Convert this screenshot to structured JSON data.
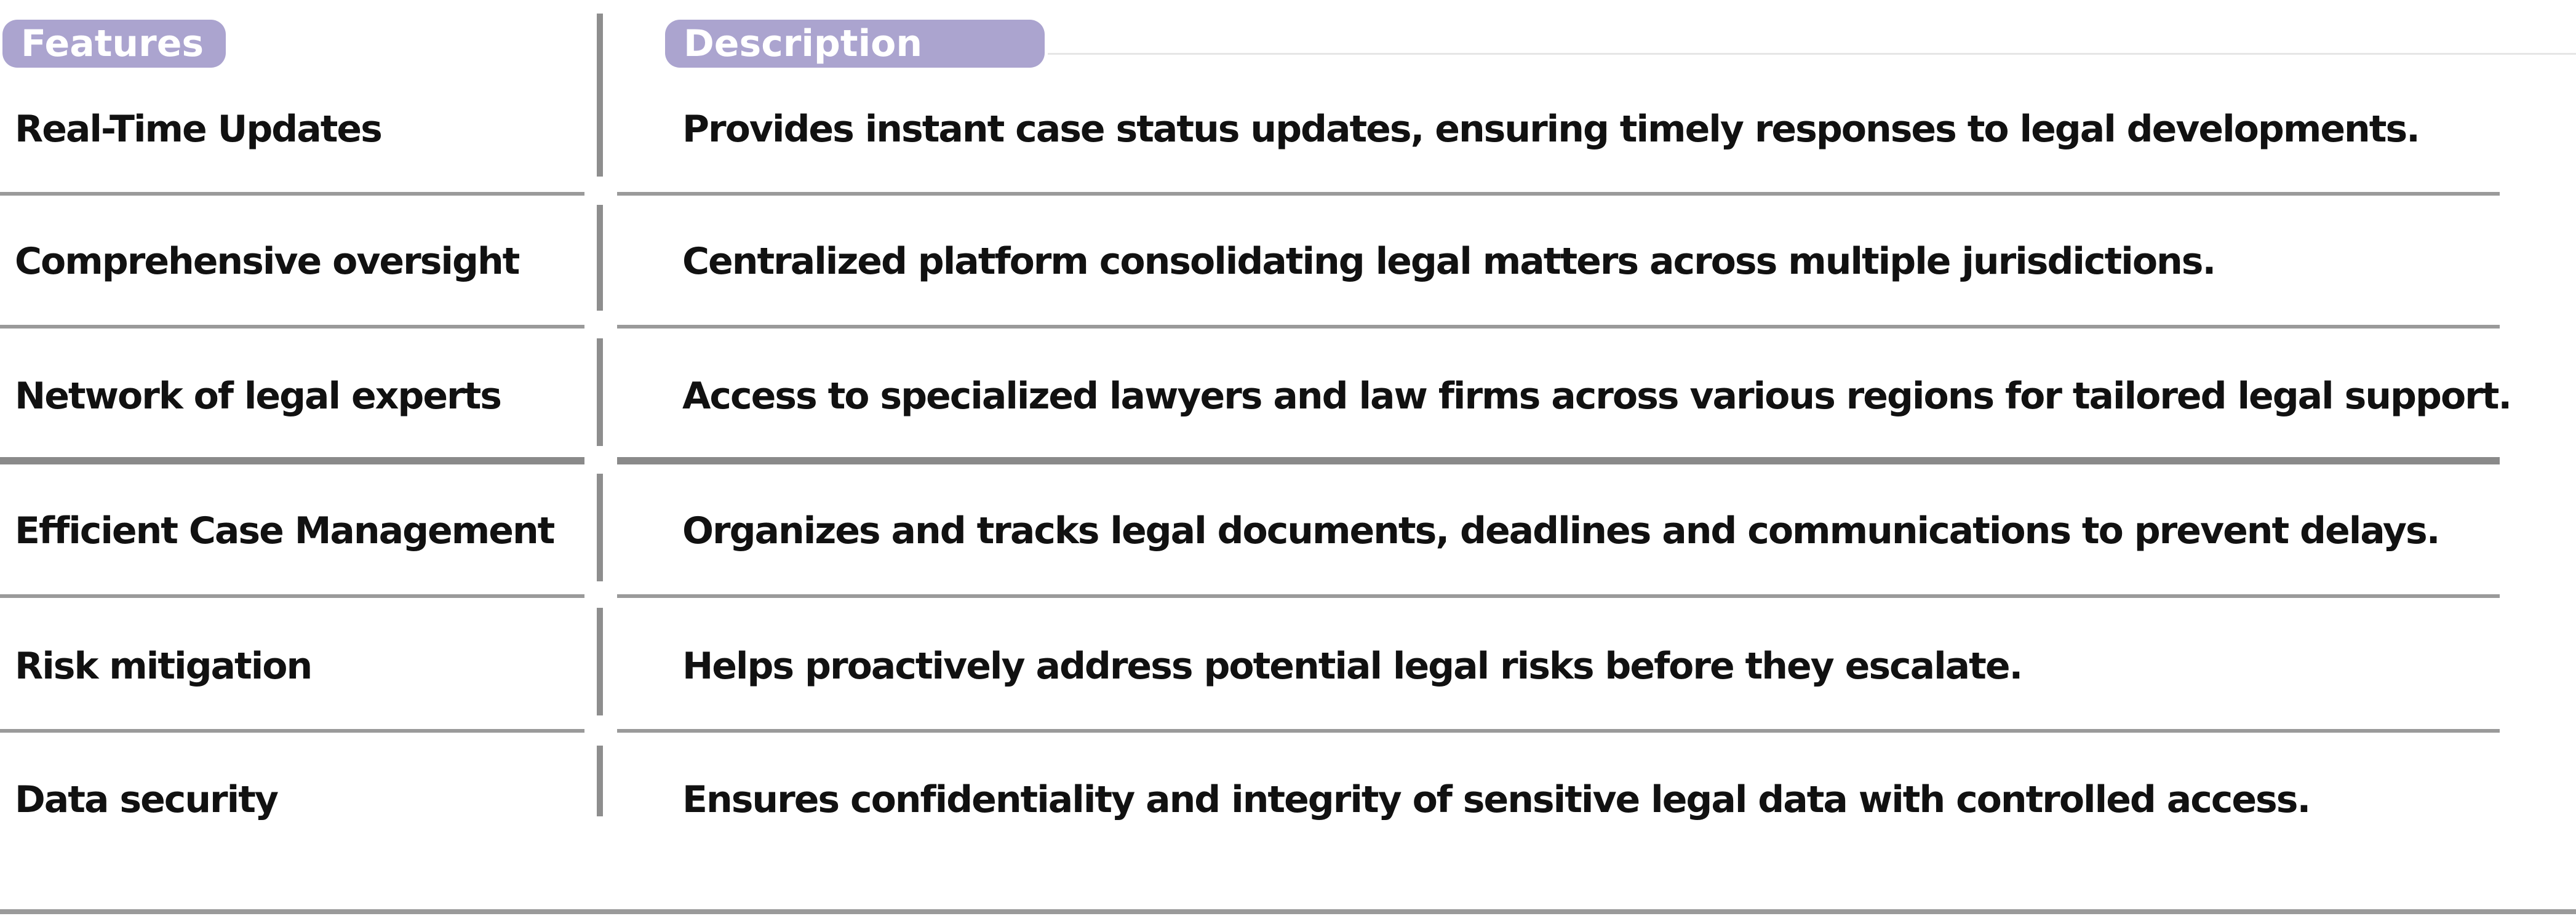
{
  "table": {
    "header": {
      "features": "Features",
      "description": "Description"
    },
    "rows": [
      {
        "feature": "Real-Time Updates",
        "description": "Provides instant case status updates, ensuring timely responses to legal developments."
      },
      {
        "feature": "Comprehensive oversight",
        "description": "Centralized platform consolidating legal matters across multiple jurisdictions."
      },
      {
        "feature": "Network of legal experts",
        "description": "Access to specialized lawyers and law firms across various regions for tailored legal support."
      },
      {
        "feature": "Efficient Case Management",
        "description": "Organizes and tracks legal documents, deadlines and communications to prevent delays."
      },
      {
        "feature": "Risk mitigation",
        "description": "Helps proactively address potential legal risks before they escalate."
      },
      {
        "feature": "Data security",
        "description": "Ensures confidentiality and integrity of sensitive legal data with controlled access."
      }
    ]
  },
  "colors": {
    "header_pill": "#aba4cf",
    "header_text": "#ffffff",
    "divider": "#8e8e8e"
  }
}
